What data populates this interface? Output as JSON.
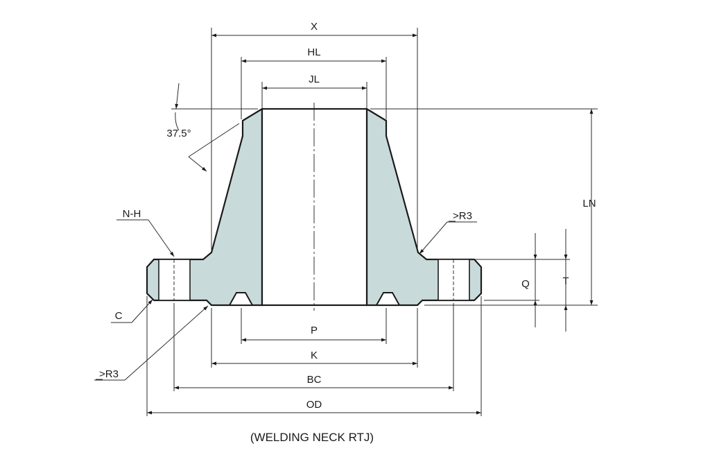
{
  "diagram": {
    "caption": "(WELDING NECK RTJ)",
    "colors": {
      "steel": "#c9dadb",
      "line": "#1a1a1a",
      "background": "#ffffff"
    },
    "labels": {
      "x": "X",
      "hl": "HL",
      "jl": "JL",
      "angle": "37.5°",
      "ln": "LN",
      "nh": "N-H",
      "r3_right": ">R3",
      "r3_left": ">R3",
      "q": "Q",
      "t": "T",
      "c": "C",
      "p": "P",
      "k": "K",
      "bc": "BC",
      "od": "OD"
    }
  }
}
